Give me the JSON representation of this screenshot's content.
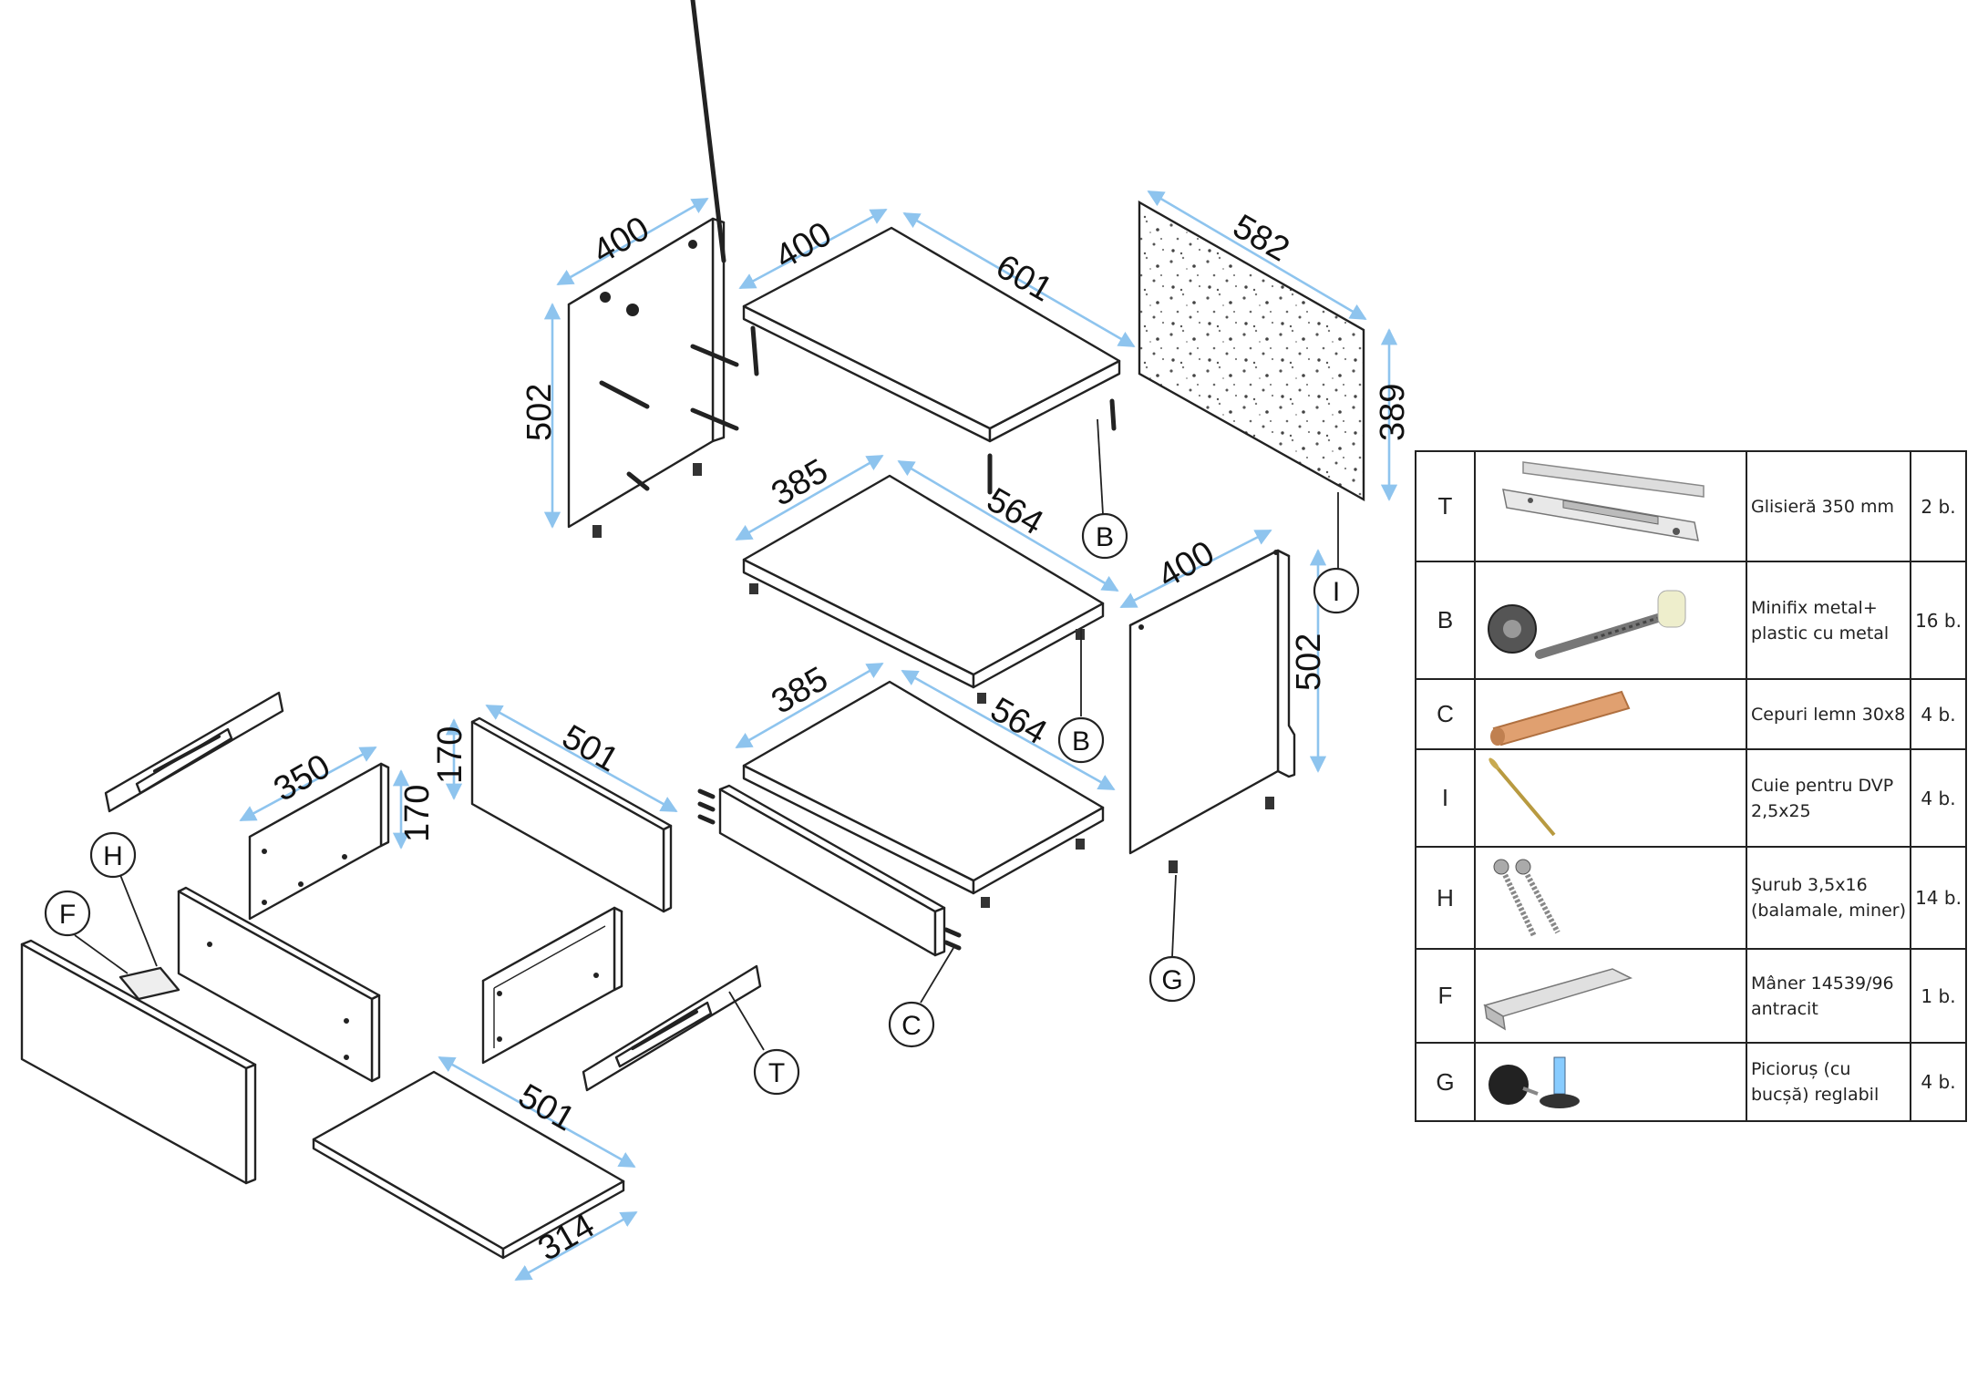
{
  "dimensions": {
    "side_left_width": "400",
    "side_left_height": "502",
    "top_width": "400",
    "top_length": "601",
    "back_width": "582",
    "back_height": "389",
    "shelf1_width": "385",
    "shelf1_length": "564",
    "shelf2_width": "385",
    "shelf2_length": "564",
    "side_right_width": "400",
    "side_right_height": "502",
    "drawer_side_length": "350",
    "drawer_side_height": "170",
    "drawer_back_height": "170",
    "drawer_back_length": "501",
    "drawer_bottom_length": "501",
    "drawer_bottom_width": "314"
  },
  "callouts": {
    "b1": "B",
    "b2": "B",
    "i": "I",
    "g": "G",
    "c": "C",
    "t": "T",
    "h": "H",
    "f": "F"
  },
  "parts_table": [
    {
      "code": "T",
      "icon": "drawer-slide-icon",
      "desc": "Glisieră 350 mm",
      "qty": "2  b."
    },
    {
      "code": "B",
      "icon": "minifix-icon",
      "desc": "Minifix metal+ plastic cu metal",
      "qty": "16 b."
    },
    {
      "code": "C",
      "icon": "wood-dowel-icon",
      "desc": "Cepuri lemn 30x8",
      "qty": "4 b."
    },
    {
      "code": "I",
      "icon": "nail-icon",
      "desc": "Cuie pentru DVP 2,5x25",
      "qty": "4 b."
    },
    {
      "code": "H",
      "icon": "screw-icon",
      "desc": "Şurub 3,5x16 (balamale, miner)",
      "qty": "14 b."
    },
    {
      "code": "F",
      "icon": "handle-icon",
      "desc": "Mâner 14539/96 antracit",
      "qty": "1 b."
    },
    {
      "code": "G",
      "icon": "adjustable-foot-icon",
      "desc": "Picioruș (cu bucșă) reglabil",
      "qty": "4 b."
    }
  ]
}
